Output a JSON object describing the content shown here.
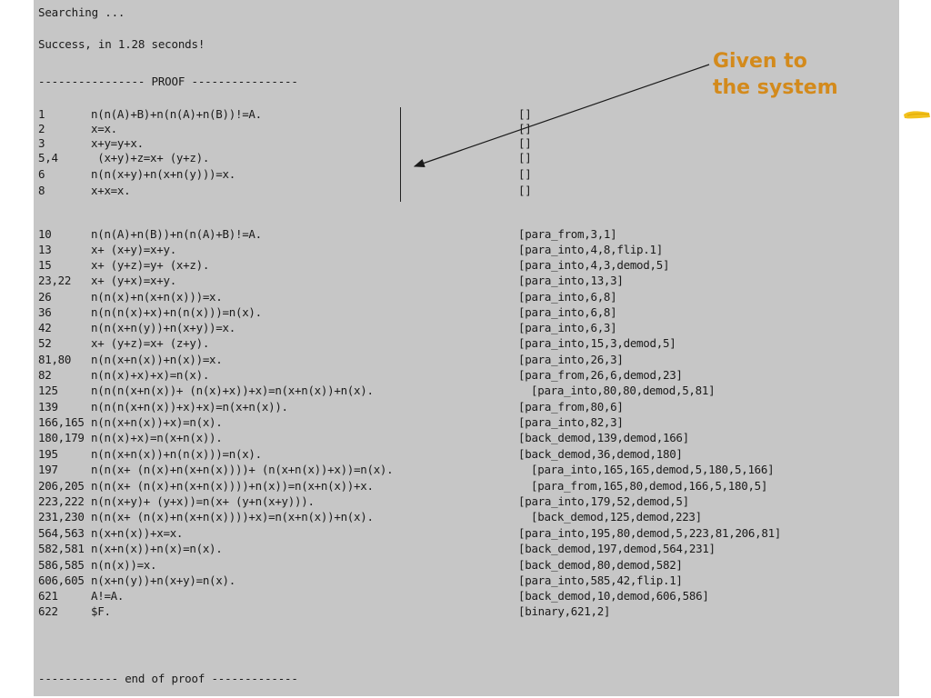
{
  "terminal": {
    "searching": "Searching ...",
    "success": "Success, in 1.28 seconds!",
    "header": "---------------- PROOF ----------------",
    "footer": "------------ end of proof -------------"
  },
  "annotation": {
    "line1": "Given to",
    "line2": "the system",
    "color": "#d38a1c"
  },
  "proof": [
    {
      "id": "1",
      "clause": "n(n(A)+B)+n(n(A)+n(B))!=A.",
      "just": "[]"
    },
    {
      "id": "2",
      "clause": "x=x.",
      "just": "[]"
    },
    {
      "id": "3",
      "clause": "x+y=y+x.",
      "just": "[]"
    },
    {
      "id": "5,4",
      "clause": " (x+y)+z=x+ (y+z).",
      "just": "[]"
    },
    {
      "id": "6",
      "clause": "n(n(x+y)+n(x+n(y)))=x.",
      "just": "[]"
    },
    {
      "id": "8",
      "clause": "x+x=x.",
      "just": "[]"
    },
    {
      "id": "10",
      "clause": "n(n(A)+n(B))+n(n(A)+B)!=A.",
      "just": "[para_from,3,1]"
    },
    {
      "id": "13",
      "clause": "x+ (x+y)=x+y.",
      "just": "[para_into,4,8,flip.1]"
    },
    {
      "id": "15",
      "clause": "x+ (y+z)=y+ (x+z).",
      "just": "[para_into,4,3,demod,5]"
    },
    {
      "id": "23,22",
      "clause": "x+ (y+x)=x+y.",
      "just": "[para_into,13,3]"
    },
    {
      "id": "26",
      "clause": "n(n(x)+n(x+n(x)))=x.",
      "just": "[para_into,6,8]"
    },
    {
      "id": "36",
      "clause": "n(n(n(x)+x)+n(n(x)))=n(x).",
      "just": "[para_into,6,8]"
    },
    {
      "id": "42",
      "clause": "n(n(x+n(y))+n(x+y))=x.",
      "just": "[para_into,6,3]"
    },
    {
      "id": "52",
      "clause": "x+ (y+z)=x+ (z+y).",
      "just": "[para_into,15,3,demod,5]"
    },
    {
      "id": "81,80",
      "clause": "n(n(x+n(x))+n(x))=x.",
      "just": "[para_into,26,3]"
    },
    {
      "id": "82",
      "clause": "n(n(x)+x)+x)=n(x).",
      "just": "[para_from,26,6,demod,23]"
    },
    {
      "id": "125",
      "clause": "n(n(n(x+n(x))+ (n(x)+x))+x)=n(x+n(x))+n(x).",
      "just": "[para_into,80,80,demod,5,81]",
      "tight": true
    },
    {
      "id": "139",
      "clause": "n(n(n(x+n(x))+x)+x)=n(x+n(x)).",
      "just": "[para_from,80,6]"
    },
    {
      "id": "166,165",
      "clause": "n(n(x+n(x))+x)=n(x).",
      "just": "[para_into,82,3]"
    },
    {
      "id": "180,179",
      "clause": "n(n(x)+x)=n(x+n(x)).",
      "just": "[back_demod,139,demod,166]"
    },
    {
      "id": "195",
      "clause": "n(n(x+n(x))+n(n(x)))=n(x).",
      "just": "[back_demod,36,demod,180]"
    },
    {
      "id": "197",
      "clause": "n(n(x+ (n(x)+n(x+n(x))))+ (n(x+n(x))+x))=n(x).",
      "just": "[para_into,165,165,demod,5,180,5,166]",
      "tight": true
    },
    {
      "id": "206,205",
      "clause": "n(n(x+ (n(x)+n(x+n(x))))+n(x))=n(x+n(x))+x.",
      "just": "[para_from,165,80,demod,166,5,180,5]",
      "tight": true
    },
    {
      "id": "223,222",
      "clause": "n(n(x+y)+ (y+x))=n(x+ (y+n(x+y))).",
      "just": "[para_into,179,52,demod,5]"
    },
    {
      "id": "231,230",
      "clause": "n(n(x+ (n(x)+n(x+n(x))))+x)=n(x+n(x))+n(x).",
      "just": "[back_demod,125,demod,223]",
      "tight": true
    },
    {
      "id": "564,563",
      "clause": "n(x+n(x))+x=x.",
      "just": "[para_into,195,80,demod,5,223,81,206,81]"
    },
    {
      "id": "582,581",
      "clause": "n(x+n(x))+n(x)=n(x).",
      "just": "[back_demod,197,demod,564,231]"
    },
    {
      "id": "586,585",
      "clause": "n(n(x))=x.",
      "just": "[back_demod,80,demod,582]"
    },
    {
      "id": "606,605",
      "clause": "n(x+n(y))+n(x+y)=n(x).",
      "just": "[para_into,585,42,flip.1]"
    },
    {
      "id": "621",
      "clause": "A!=A.",
      "just": "[back_demod,10,demod,606,586]"
    },
    {
      "id": "622",
      "clause": "$F.",
      "just": "[binary,621,2]"
    }
  ]
}
